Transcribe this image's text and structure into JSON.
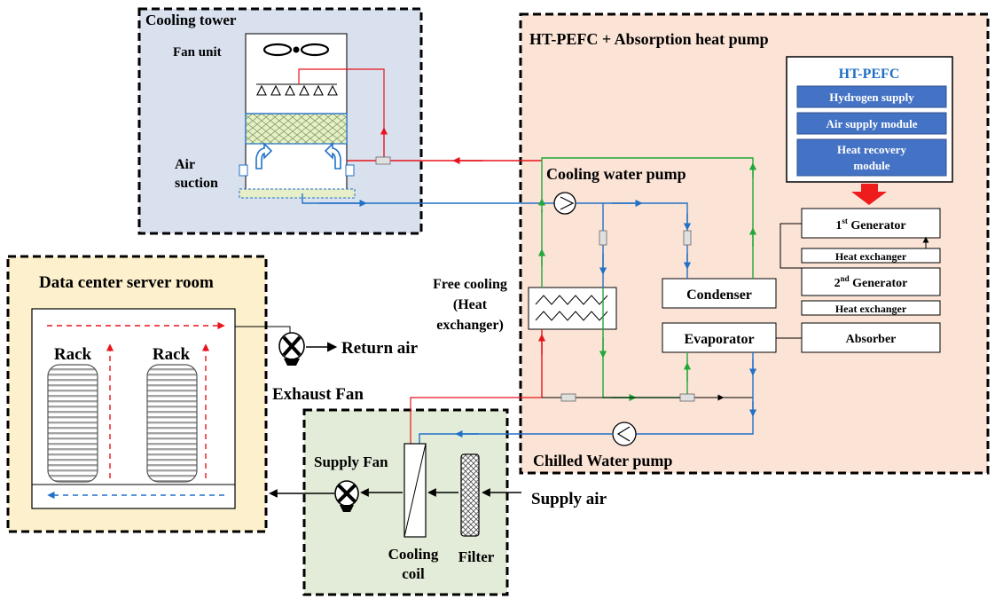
{
  "title": "",
  "colors": {
    "hot_water": "#e8141c",
    "cold_water": "#2171c7",
    "green_loop": "#20a83a",
    "black_line": "#000000",
    "tower_bg": "#d9e1ef",
    "pefc_bg": "#fbe3d6",
    "room_bg": "#fdf0cc",
    "ahu_bg": "#e3ecd8",
    "module_blue": "#4472c4",
    "heat_arrow": "#ee1c1c"
  },
  "cooling_tower": {
    "title": "Cooling tower",
    "fan_label": "Fan unit",
    "air_label_1": "Air",
    "air_label_2": "suction"
  },
  "pefc_system": {
    "title": "HT-PEFC + Absorption heat pump",
    "pefc_box_title": "HT-PEFC",
    "modules": [
      "Hydrogen supply",
      "Air supply module",
      "Heat recovery",
      "module"
    ],
    "cooling_water_pump": "Cooling water pump",
    "chilled_water_pump": "Chilled Water pump",
    "free_cooling_1": "Free cooling",
    "free_cooling_2": "(Heat",
    "free_cooling_3": "exchanger)",
    "condenser": "Condenser",
    "evaporator": "Evaporator",
    "generator_1_num": "1",
    "generator_1_sup": "st",
    "generator_1_rest": " Generator",
    "heat_exchanger_1": "Heat exchanger",
    "generator_2_num": "2",
    "generator_2_sup": "nd",
    "generator_2_rest": "  Generator",
    "heat_exchanger_2": "Heat exchanger",
    "absorber": "Absorber"
  },
  "server_room": {
    "title": "Data center server room",
    "rack_1": "Rack",
    "rack_2": "Rack"
  },
  "airflow": {
    "return_air": "Return air",
    "exhaust_fan": "Exhaust Fan",
    "supply_fan": "Supply Fan",
    "supply_air": "Supply air",
    "cooling_coil_1": "Cooling",
    "cooling_coil_2": "coil",
    "filter": "Filter"
  }
}
